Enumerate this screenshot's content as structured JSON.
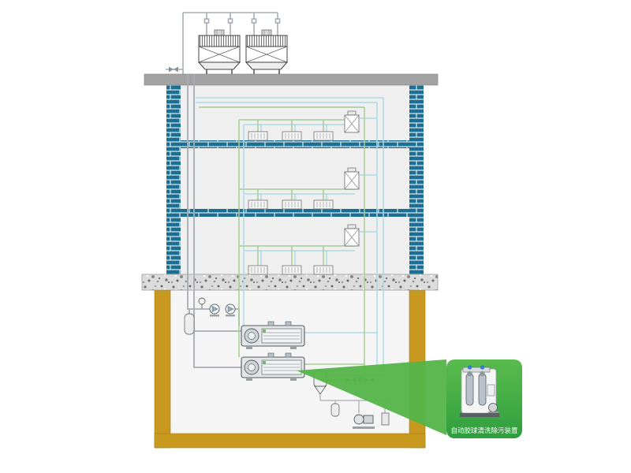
{
  "callout": {
    "label": "自动胶球清洗除污装置",
    "bg_color_top": "#5abb4d",
    "bg_color_bottom": "#2f9e3e",
    "text_color": "#ffffff"
  },
  "colors": {
    "brick_wall": "#1a6f93",
    "mortar": "#dfe9ec",
    "roof_slab": "#a3a3a3",
    "ground_slab": "#dcdcdc",
    "basement_wall": "#c8991f",
    "interior": "#efefef",
    "pipe_gray": "#a6adb3",
    "pipe_green": "#a9cc97",
    "pipe_blue": "#aed9e6",
    "beam_green": "#55b449",
    "equipment_outline": "#565b5e"
  },
  "components": {
    "cooling_towers": 2,
    "floors": 3,
    "fan_coil_units_per_floor": 3,
    "air_handlers": 3,
    "chillers": 2,
    "callout_device": "auto-rubber-ball-cleaning-decontamination-unit"
  }
}
